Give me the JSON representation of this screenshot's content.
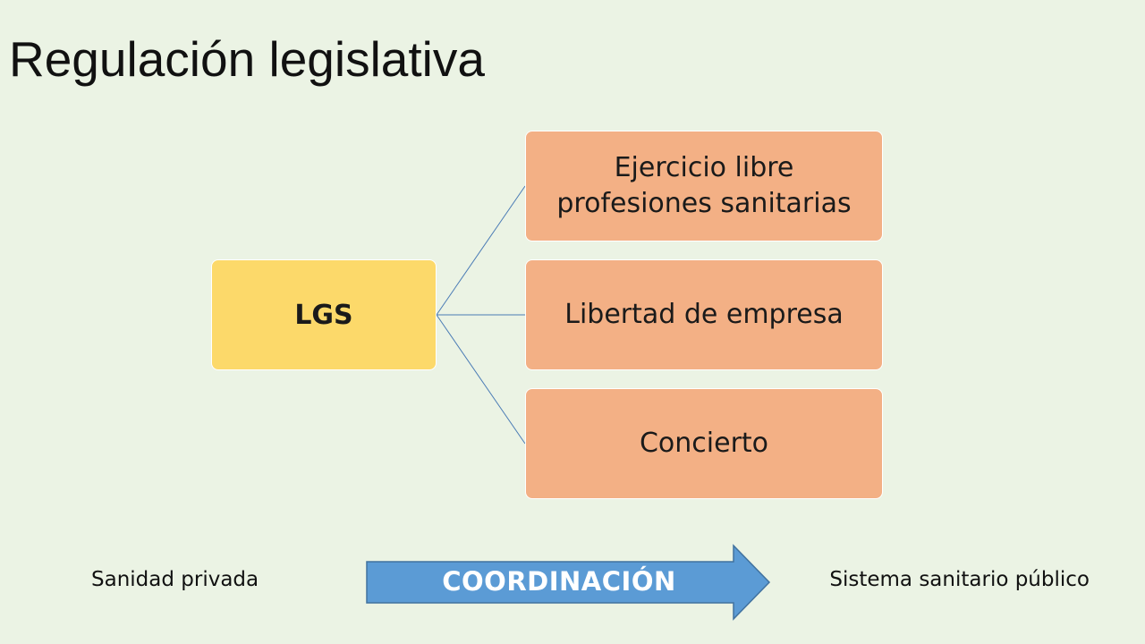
{
  "title": "Regulación legislativa",
  "diagram": {
    "root": {
      "label": "LGS"
    },
    "children": [
      {
        "label": "Ejercicio libre profesiones sanitarias"
      },
      {
        "label": "Libertad de empresa"
      },
      {
        "label": "Concierto"
      }
    ]
  },
  "flow": {
    "left_label": "Sanidad privada",
    "arrow_label": "COORDINACIÓN",
    "right_label": "Sistema sanitario público"
  },
  "colors": {
    "background": "#ebf3e4",
    "root_fill": "#fcd96a",
    "child_fill": "#f3b085",
    "connector": "#4a7bb5",
    "arrow_fill": "#5b9bd5",
    "arrow_border": "#41729f"
  }
}
